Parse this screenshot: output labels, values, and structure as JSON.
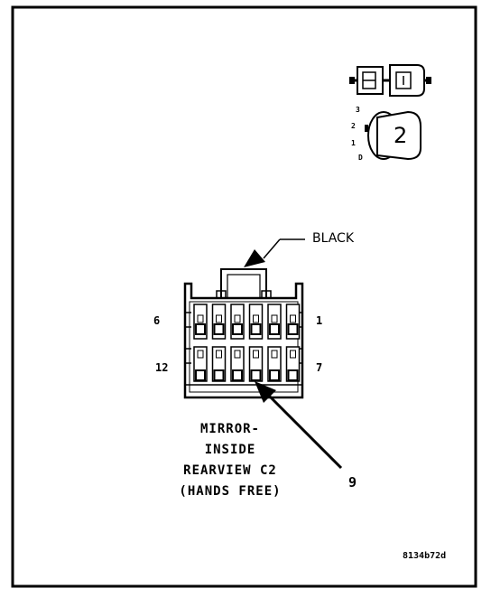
{
  "connector_color_label": "BLACK",
  "pin_labels": {
    "top_left": "6",
    "top_right": "1",
    "bottom_left": "12",
    "bottom_right": "7"
  },
  "callout_pin": "9",
  "connector_title": [
    "MIRROR-",
    "INSIDE",
    "REARVIEW C2",
    "(HANDS FREE)"
  ],
  "figure_id": "8134b72d",
  "locator_icon": {
    "connector_number": "2",
    "terminal_marks": [
      "3",
      "2",
      "1",
      "D"
    ]
  }
}
